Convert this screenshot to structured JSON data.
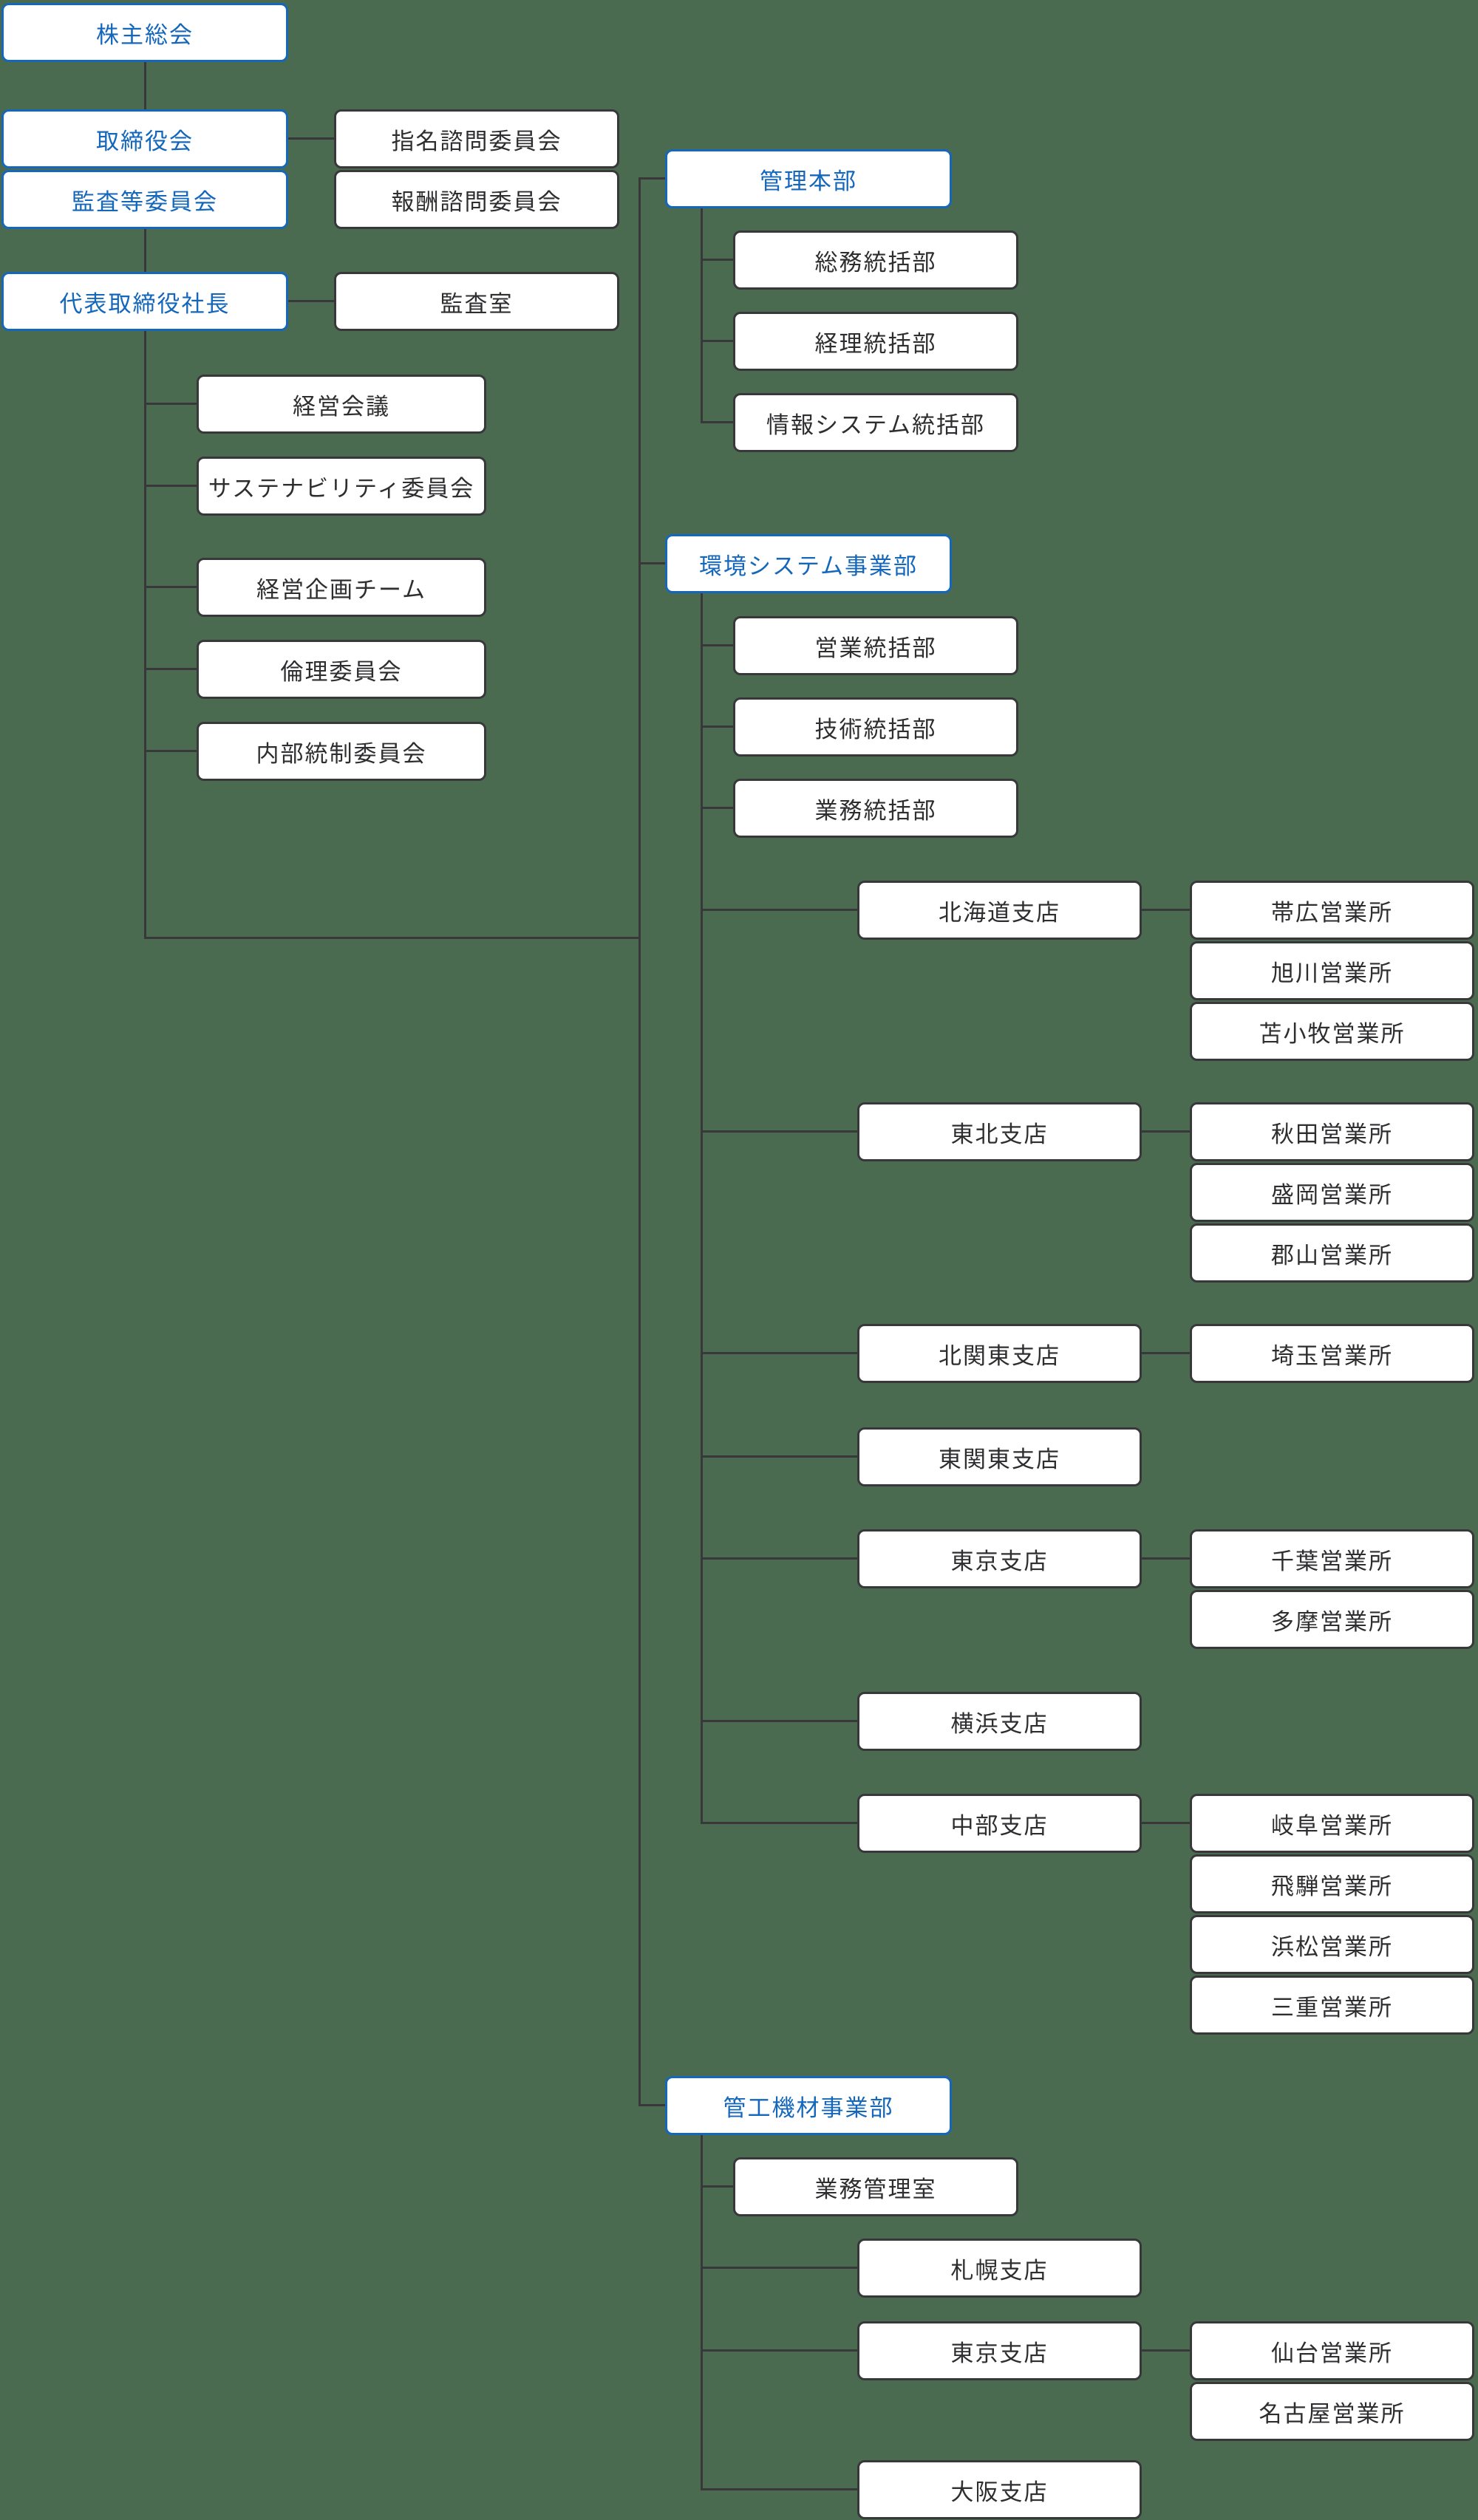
{
  "colors": {
    "background": "#4b6b51",
    "node_border": "#38383a",
    "node_text": "#2e2e30",
    "node_fill": "#ffffff",
    "highlight_border": "#1467bb",
    "highlight_text": "#1467bb",
    "connector": "#38383a"
  },
  "org": {
    "shareholders_meeting": {
      "label": "株主総会"
    },
    "board_of_directors": {
      "label": "取締役会"
    },
    "audit_supervisory_committee": {
      "label": "監査等委員会"
    },
    "nomination_advisory_committee": {
      "label": "指名諮問委員会"
    },
    "compensation_advisory_committee": {
      "label": "報酬諮問委員会"
    },
    "president": {
      "label": "代表取締役社長"
    },
    "audit_office": {
      "label": "監査室"
    },
    "management_committees": [
      {
        "label": "経営会議"
      },
      {
        "label": "サステナビリティ委員会"
      },
      {
        "label": "経営企画チーム"
      },
      {
        "label": "倫理委員会"
      },
      {
        "label": "内部統制委員会"
      }
    ],
    "admin_headquarters": {
      "label": "管理本部",
      "departments": [
        {
          "label": "総務統括部"
        },
        {
          "label": "経理統括部"
        },
        {
          "label": "情報システム統括部"
        }
      ]
    },
    "environmental_systems_division": {
      "label": "環境システム事業部",
      "departments": [
        {
          "label": "営業統括部"
        },
        {
          "label": "技術統括部"
        },
        {
          "label": "業務統括部"
        }
      ],
      "branches": [
        {
          "label": "北海道支店",
          "offices": [
            {
              "label": "帯広営業所"
            },
            {
              "label": "旭川営業所"
            },
            {
              "label": "苫小牧営業所"
            }
          ]
        },
        {
          "label": "東北支店",
          "offices": [
            {
              "label": "秋田営業所"
            },
            {
              "label": "盛岡営業所"
            },
            {
              "label": "郡山営業所"
            }
          ]
        },
        {
          "label": "北関東支店",
          "offices": [
            {
              "label": "埼玉営業所"
            }
          ]
        },
        {
          "label": "東関東支店",
          "offices": []
        },
        {
          "label": "東京支店",
          "offices": [
            {
              "label": "千葉営業所"
            },
            {
              "label": "多摩営業所"
            }
          ]
        },
        {
          "label": "横浜支店",
          "offices": []
        },
        {
          "label": "中部支店",
          "offices": [
            {
              "label": "岐阜営業所"
            },
            {
              "label": "飛騨営業所"
            },
            {
              "label": "浜松営業所"
            },
            {
              "label": "三重営業所"
            }
          ]
        }
      ]
    },
    "piping_materials_division": {
      "label": "管工機材事業部",
      "departments": [
        {
          "label": "業務管理室"
        }
      ],
      "branches": [
        {
          "label": "札幌支店",
          "offices": []
        },
        {
          "label": "東京支店",
          "offices": [
            {
              "label": "仙台営業所"
            },
            {
              "label": "名古屋営業所"
            }
          ]
        },
        {
          "label": "大阪支店",
          "offices": []
        }
      ]
    }
  }
}
